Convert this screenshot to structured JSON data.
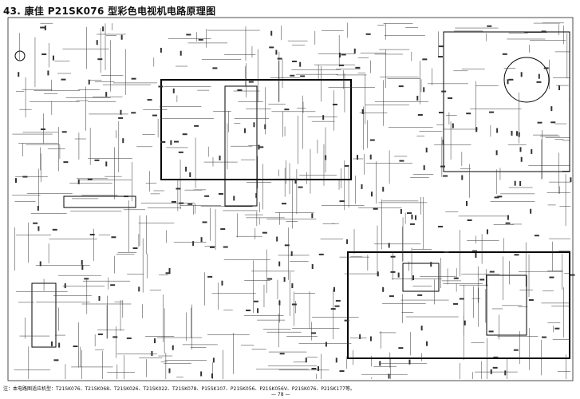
{
  "title": "43. 康佳 P21SK076 型彩色电视机电路原理图",
  "footer_note": "注：本电路图适应机型：T21SK076、T21SK068、T21SK026、T21SK022、T21SK078、P15SK107、P21SK056、P21SK056V、P21SK076、P21SK177等。",
  "page_number": "— 78 —"
}
